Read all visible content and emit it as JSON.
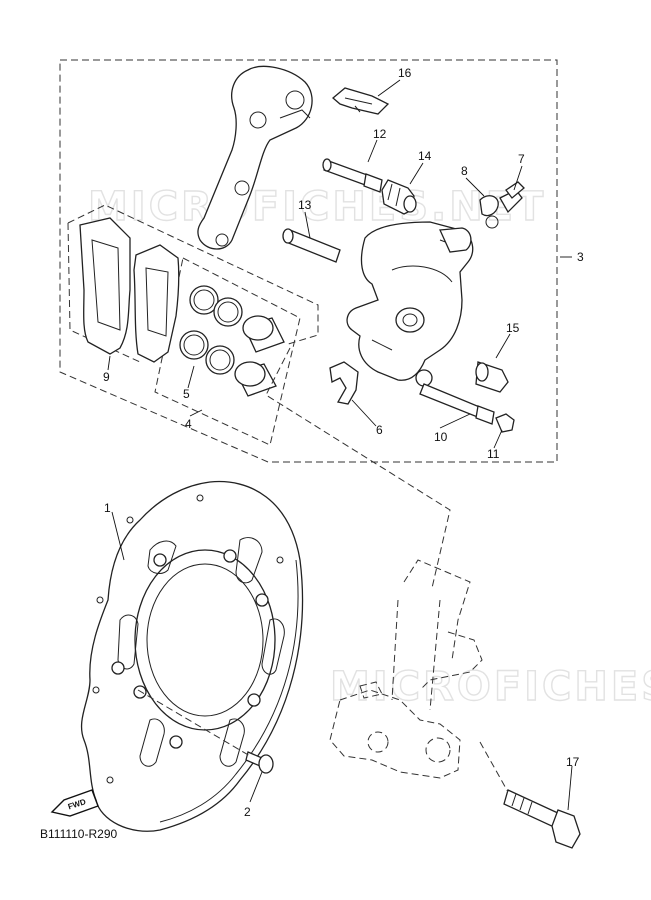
{
  "watermark": "MICROFICHES.NET",
  "diagram_code": "B111110-R290",
  "fwd_badge": "FWD",
  "callouts": {
    "c1": "1",
    "c2": "2",
    "c3": "3",
    "c4": "4",
    "c5": "5",
    "c6": "6",
    "c7": "7",
    "c8": "8",
    "c9": "9",
    "c10": "10",
    "c11": "11",
    "c12": "12",
    "c13": "13",
    "c14": "14",
    "c15": "15",
    "c16": "16",
    "c17": "17"
  }
}
